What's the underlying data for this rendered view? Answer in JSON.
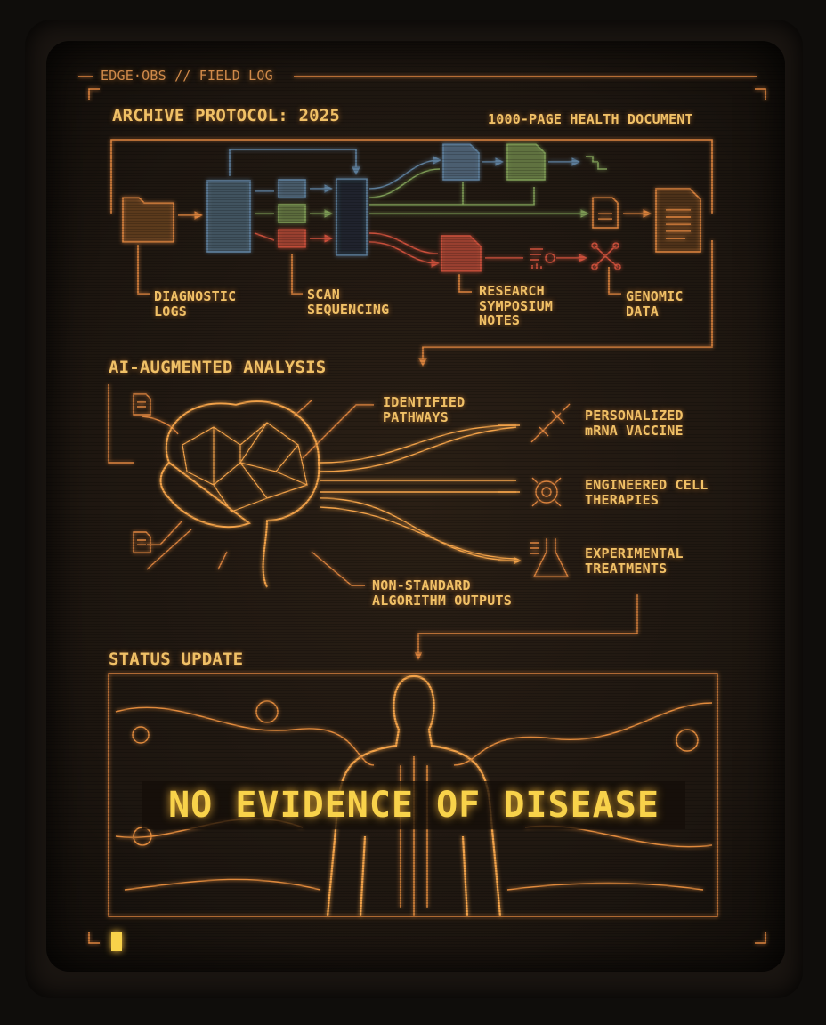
{
  "header": {
    "tag": "EDGE·OBS // FIELD LOG"
  },
  "archive": {
    "title": "ARCHIVE PROTOCOL: 2025",
    "output": "1000-PAGE HEALTH DOCUMENT",
    "sources": [
      {
        "label": "DIAGNOSTIC\nLOGS",
        "icon": "folder-icon"
      },
      {
        "label": "SCAN\nSEQUENCING",
        "icon": "scan-stack-icon"
      },
      {
        "label": "RESEARCH\nSYMPOSIUM\nNOTES",
        "icon": "document-icon"
      },
      {
        "label": "GENOMIC\nDATA",
        "icon": "molecule-network-icon"
      }
    ]
  },
  "analysis": {
    "title": "AI-AUGMENTED ANALYSIS",
    "inputs": [
      "IDENTIFIED\nPATHWAYS",
      "NON-STANDARD\nALGORITHM OUTPUTS"
    ],
    "outcomes": [
      {
        "label": "PERSONALIZED\nmRNA VACCINE",
        "icon": "syringe-icon"
      },
      {
        "label": "ENGINEERED CELL\nTHERAPIES",
        "icon": "cell-icon"
      },
      {
        "label": "EXPERIMENTAL\nTREATMENTS",
        "icon": "flask-icon"
      }
    ]
  },
  "status": {
    "title": "STATUS UPDATE",
    "message": "NO EVIDENCE OF DISEASE"
  },
  "colors": {
    "amber": "#f0c066",
    "line": "#d9823e",
    "blue": "#5d7d99",
    "green": "#7d9a55",
    "red": "#c9503a",
    "highlight": "#f8d24a"
  }
}
